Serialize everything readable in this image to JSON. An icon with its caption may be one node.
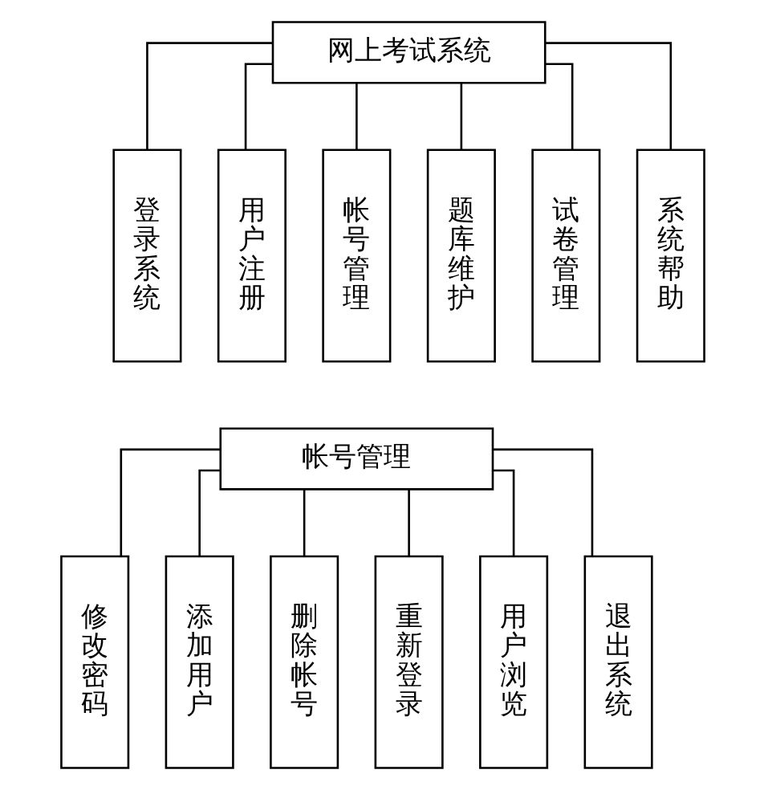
{
  "diagram": {
    "nodes": [
      {
        "text": [
          "网上考试系统"
        ]
      },
      {
        "text": [
          "登录系统"
        ]
      },
      {
        "text": [
          "用户注册"
        ]
      },
      {
        "text": [
          "帐号管理"
        ]
      },
      {
        "text": [
          "题库维护"
        ]
      },
      {
        "text": [
          "试卷管理"
        ]
      },
      {
        "text": [
          "系统帮助"
        ]
      },
      {
        "text": [
          "帐号管理"
        ]
      },
      {
        "text": [
          "修改密码"
        ]
      },
      {
        "text": [
          "添加用户"
        ]
      },
      {
        "text": [
          "删除帐号"
        ]
      },
      {
        "text": [
          "重新登录"
        ]
      },
      {
        "text": [
          "用户浏览"
        ]
      },
      {
        "text": [
          "退出系统"
        ]
      }
    ],
    "edges": [
      {
        "from": 0,
        "to": 1,
        "arrow": "none"
      },
      {
        "from": 0,
        "to": 2,
        "arrow": "none"
      },
      {
        "from": 0,
        "to": 3,
        "arrow": "none"
      },
      {
        "from": 0,
        "to": 4,
        "arrow": "none"
      },
      {
        "from": 0,
        "to": 5,
        "arrow": "none"
      },
      {
        "from": 0,
        "to": 6,
        "arrow": "none"
      },
      {
        "from": 7,
        "to": 8,
        "arrow": "none"
      },
      {
        "from": 7,
        "to": 9,
        "arrow": "none"
      },
      {
        "from": 7,
        "to": 10,
        "arrow": "none"
      },
      {
        "from": 7,
        "to": 11,
        "arrow": "none"
      },
      {
        "from": 7,
        "to": 12,
        "arrow": "none"
      },
      {
        "from": 7,
        "to": 13,
        "arrow": "none"
      }
    ]
  }
}
